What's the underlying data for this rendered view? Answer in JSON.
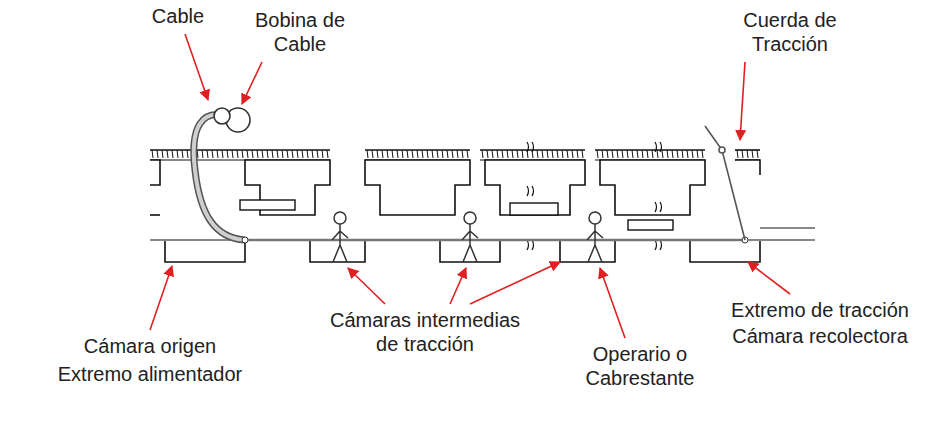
{
  "diagram": {
    "labels": [
      "Cable",
      "Bobina de Cable",
      "Cuerda de Tracción",
      "Cámara origen",
      "Extremo alimentador",
      "Cámaras intermedias de tracción",
      "Operario o Cabrestante",
      "Extremo de tracción",
      "Cámara recolectora"
    ]
  }
}
